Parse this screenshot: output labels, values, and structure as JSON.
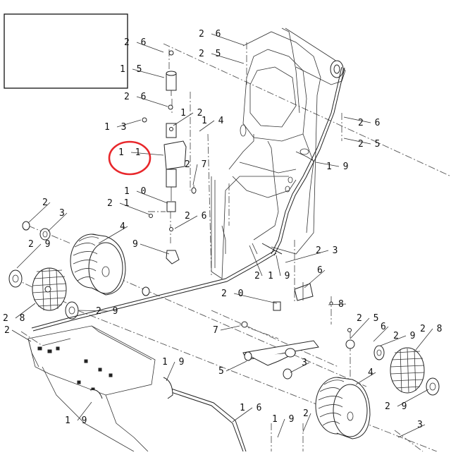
{
  "callouts": [
    {
      "id": "c26a",
      "text": "2 6"
    },
    {
      "id": "c15",
      "text": "1 5"
    },
    {
      "id": "c26b",
      "text": "2 6"
    },
    {
      "id": "c13",
      "text": "1 3"
    },
    {
      "id": "c12",
      "text": "1 2"
    },
    {
      "id": "c14",
      "text": "1 4"
    },
    {
      "id": "c11",
      "text": "1 1"
    },
    {
      "id": "c27",
      "text": "2 7"
    },
    {
      "id": "c10",
      "text": "1 0"
    },
    {
      "id": "c21",
      "text": "2 1"
    },
    {
      "id": "c26c",
      "text": "2 6"
    },
    {
      "id": "c26d",
      "text": "2 6"
    },
    {
      "id": "c25a",
      "text": "2 5"
    },
    {
      "id": "c26e",
      "text": "2 6"
    },
    {
      "id": "c25b",
      "text": "2 5"
    },
    {
      "id": "c19a",
      "text": "1 9"
    },
    {
      "id": "c2a",
      "text": "2"
    },
    {
      "id": "c3a",
      "text": "3"
    },
    {
      "id": "c4a",
      "text": "4"
    },
    {
      "id": "c29a",
      "text": "2 9"
    },
    {
      "id": "c9",
      "text": "9"
    },
    {
      "id": "c23",
      "text": "2 3"
    },
    {
      "id": "c2b",
      "text": "2"
    },
    {
      "id": "c19b",
      "text": "1 9"
    },
    {
      "id": "c6",
      "text": "6"
    },
    {
      "id": "c28a",
      "text": "2 8"
    },
    {
      "id": "c29b",
      "text": "2 9"
    },
    {
      "id": "c20",
      "text": "2 0"
    },
    {
      "id": "c8",
      "text": "8"
    },
    {
      "id": "c2c",
      "text": "2"
    },
    {
      "id": "c7",
      "text": "7"
    },
    {
      "id": "c25c",
      "text": "2 5"
    },
    {
      "id": "c6b",
      "text": "6"
    },
    {
      "id": "c29c",
      "text": "2 9"
    },
    {
      "id": "c28b",
      "text": "2 8"
    },
    {
      "id": "c5",
      "text": "5"
    },
    {
      "id": "c3b",
      "text": "3"
    },
    {
      "id": "c4b",
      "text": "4"
    },
    {
      "id": "c19c",
      "text": "1 9"
    },
    {
      "id": "c29d",
      "text": "2 9"
    },
    {
      "id": "c16",
      "text": "1 6"
    },
    {
      "id": "c19d",
      "text": "1 9"
    },
    {
      "id": "c19e",
      "text": "1 9"
    },
    {
      "id": "c2d",
      "text": "2"
    },
    {
      "id": "c3c",
      "text": "3"
    }
  ],
  "highlight": {
    "color": "#e8272b",
    "target": "1 1"
  },
  "colors": {
    "line": "#222222",
    "background": "#ffffff"
  }
}
